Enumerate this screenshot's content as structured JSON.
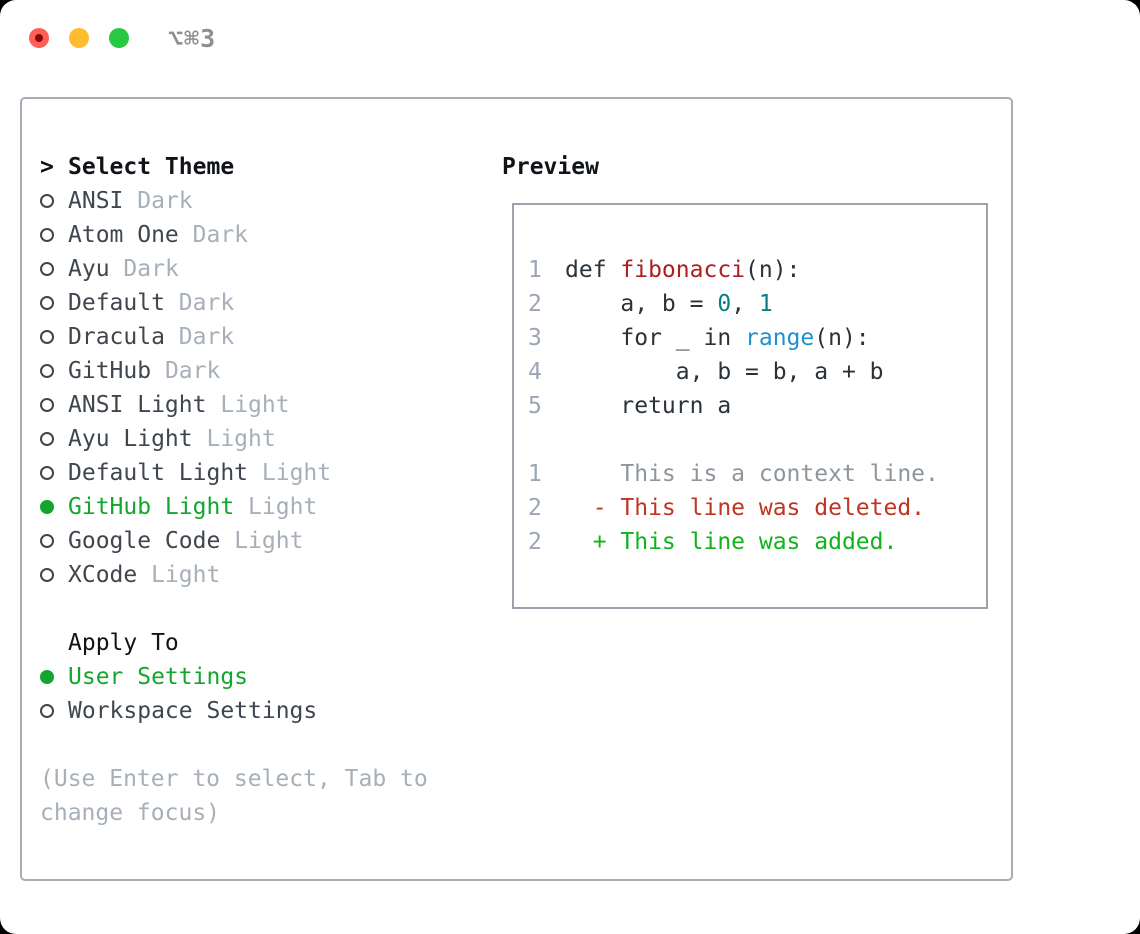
{
  "titlebar": {
    "shortcut": "⌥⌘3"
  },
  "theme_picker": {
    "header": {
      "prefix": ">",
      "label": "Select Theme"
    },
    "items": [
      {
        "name": "ANSI",
        "variant": "Dark",
        "selected": false
      },
      {
        "name": "Atom One",
        "variant": "Dark",
        "selected": false
      },
      {
        "name": "Ayu",
        "variant": "Dark",
        "selected": false
      },
      {
        "name": "Default",
        "variant": "Dark",
        "selected": false
      },
      {
        "name": "Dracula",
        "variant": "Dark",
        "selected": false
      },
      {
        "name": "GitHub",
        "variant": "Dark",
        "selected": false
      },
      {
        "name": "ANSI Light",
        "variant": "Light",
        "selected": false
      },
      {
        "name": "Ayu Light",
        "variant": "Light",
        "selected": false
      },
      {
        "name": "Default Light",
        "variant": "Light",
        "selected": false
      },
      {
        "name": "GitHub Light",
        "variant": "Light",
        "selected": true
      },
      {
        "name": "Google Code",
        "variant": "Light",
        "selected": false
      },
      {
        "name": "XCode",
        "variant": "Light",
        "selected": false
      }
    ],
    "apply_to": {
      "label": "Apply To",
      "options": [
        {
          "name": "User Settings",
          "selected": true
        },
        {
          "name": "Workspace Settings",
          "selected": false
        }
      ]
    },
    "hint": "(Use Enter to select, Tab to change focus)"
  },
  "preview": {
    "label": "Preview",
    "code_lines": [
      {
        "num": "1",
        "tokens": [
          {
            "t": "def ",
            "c": "code"
          },
          {
            "t": "fibonacci",
            "c": "func"
          },
          {
            "t": "(n):",
            "c": "code"
          }
        ]
      },
      {
        "num": "2",
        "tokens": [
          {
            "t": "    a, b = ",
            "c": "code"
          },
          {
            "t": "0",
            "c": "num"
          },
          {
            "t": ", ",
            "c": "code"
          },
          {
            "t": "1",
            "c": "num"
          }
        ]
      },
      {
        "num": "3",
        "tokens": [
          {
            "t": "    for _ in ",
            "c": "code"
          },
          {
            "t": "range",
            "c": "builtin"
          },
          {
            "t": "(n):",
            "c": "code"
          }
        ]
      },
      {
        "num": "4",
        "tokens": [
          {
            "t": "        a, b = b, a + b",
            "c": "code"
          }
        ]
      },
      {
        "num": "5",
        "tokens": [
          {
            "t": "    return a",
            "c": "code"
          }
        ]
      }
    ],
    "diff_lines": [
      {
        "num": "1",
        "tokens": [
          {
            "t": "    This is a context line.",
            "c": "context"
          }
        ]
      },
      {
        "num": "2",
        "tokens": [
          {
            "t": "  - This line was deleted.",
            "c": "deleted"
          }
        ]
      },
      {
        "num": "2",
        "tokens": [
          {
            "t": "  + This line was added.",
            "c": "added"
          }
        ]
      }
    ]
  },
  "colors": {
    "window_bg": "#ffffff",
    "page_bg": "#000000",
    "panel_border": "#a6adb5",
    "header_text": "#101418",
    "item_text": "#3f464d",
    "variant_text": "#a7afb9",
    "selected_green": "#13a52e",
    "hint_text": "#a7afb9",
    "titlebar_text": "#8c8f93",
    "traffic_red": "#ff5f57",
    "traffic_red_dot": "#850b06",
    "traffic_yellow": "#febc2e",
    "traffic_green": "#28c840",
    "preview_border": "#9ba3ad",
    "line_number": "#9ba5b3",
    "code_text": "#2b3238",
    "func_red": "#ad1f1f",
    "number_teal": "#0b7d82",
    "builtin_blue": "#2090cf",
    "context_gray": "#8d959d",
    "deleted_red": "#c13422",
    "added_green": "#10b31c"
  }
}
